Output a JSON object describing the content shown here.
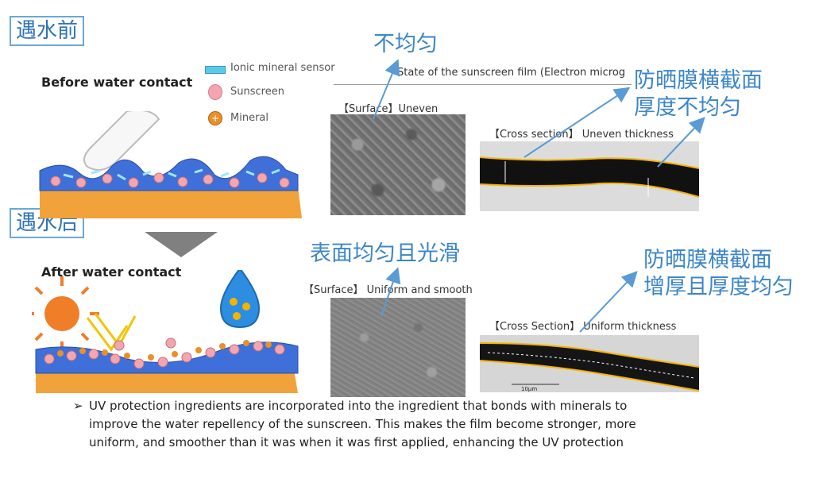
{
  "tags": {
    "before_tag": "遇水前",
    "after_tag": "遇水后"
  },
  "panels": {
    "before_label": "Before water contact",
    "after_label": "After water contact"
  },
  "legend": {
    "items": [
      {
        "label": "Ionic mineral sensor",
        "icon": "sensor-icon",
        "color": "#5ec8e8"
      },
      {
        "label": "Sunscreen",
        "icon": "sunscreen-droplet-icon",
        "color": "#f4a6b0"
      },
      {
        "label": "Mineral",
        "icon": "mineral-plus-icon",
        "color": "#e8902a"
      }
    ]
  },
  "micrographs": {
    "header": "State of the sunscreen film (Electron microg",
    "before_surface": "【Surface】Uneven",
    "before_cross": "【Cross section】  Uneven  thickness",
    "after_surface": "【Surface】  Uniform and smooth",
    "after_cross": "【Cross Section】  Uniform thickness",
    "scale_label": "10μm"
  },
  "annotations": {
    "uneven": "不均匀",
    "film_cross_before_line1": "防晒膜横截面",
    "film_cross_before_line2": "厚度不均匀",
    "smooth_surface": "表面均匀且光滑",
    "film_cross_after_line1": "防晒膜横截面",
    "film_cross_after_line2": "增厚且厚度均匀"
  },
  "description": {
    "bullet": "UV protection ingredients are incorporated into the ingredient that bonds with minerals to improve the water repellency of the sunscreen. This makes the film become stronger, more uniform, and smoother than it was when it was first applied, enhancing the UV protection"
  },
  "colors": {
    "accent_blue": "#3c86c9",
    "film_blue": "#3f6fd8",
    "skin_orange": "#f2a23a",
    "outline_yellow": "#f5b400"
  }
}
